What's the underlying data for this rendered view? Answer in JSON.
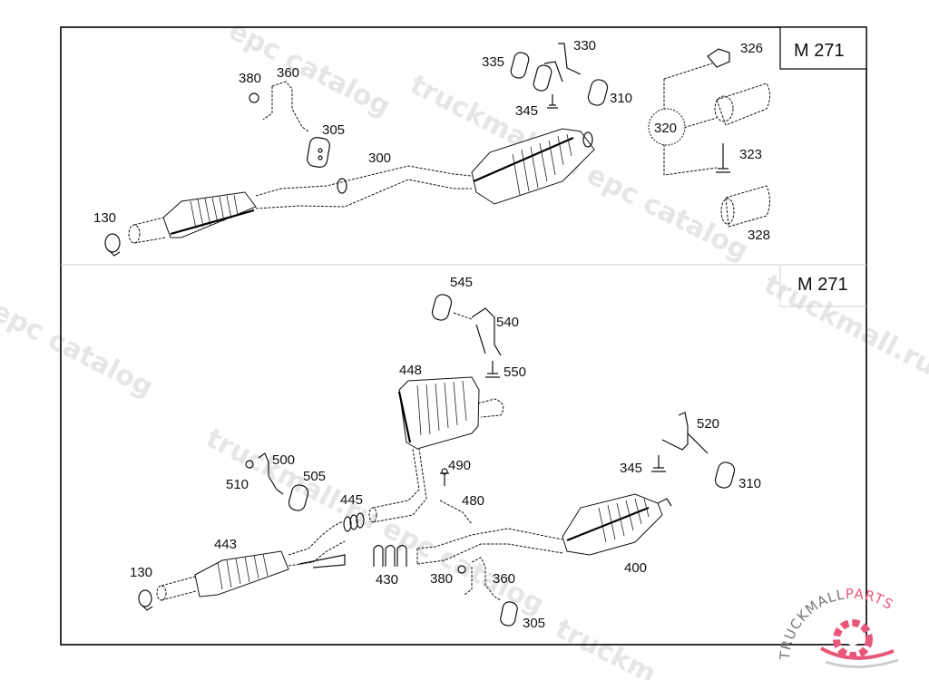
{
  "diagram": {
    "title_upper": "M 271",
    "title_lower": "M 271",
    "watermark_text": "truckmall.ru epc catalog",
    "watermark_fragments": [
      "epc catalog",
      "truckmall.ru epc catalog",
      "truckmall",
      "truckmall.ru e",
      "l epc catalog",
      "truckmall.ru epc catalog",
      "catalog",
      "truckm"
    ],
    "logo": {
      "text_dark": "TRUCKMALL",
      "text_accent": "PARTS",
      "accent_color": "#e8577a",
      "dark_color": "#777777"
    },
    "upper_section": {
      "labels": [
        "130",
        "380",
        "360",
        "305",
        "300",
        "335",
        "330",
        "345",
        "310",
        "326",
        "320",
        "323",
        "328"
      ],
      "group_callout": "320"
    },
    "lower_section": {
      "labels": [
        "545",
        "540",
        "550",
        "448",
        "500",
        "510",
        "505",
        "490",
        "445",
        "480",
        "443",
        "130",
        "430",
        "380",
        "360",
        "305",
        "400",
        "520",
        "345",
        "310"
      ]
    }
  }
}
